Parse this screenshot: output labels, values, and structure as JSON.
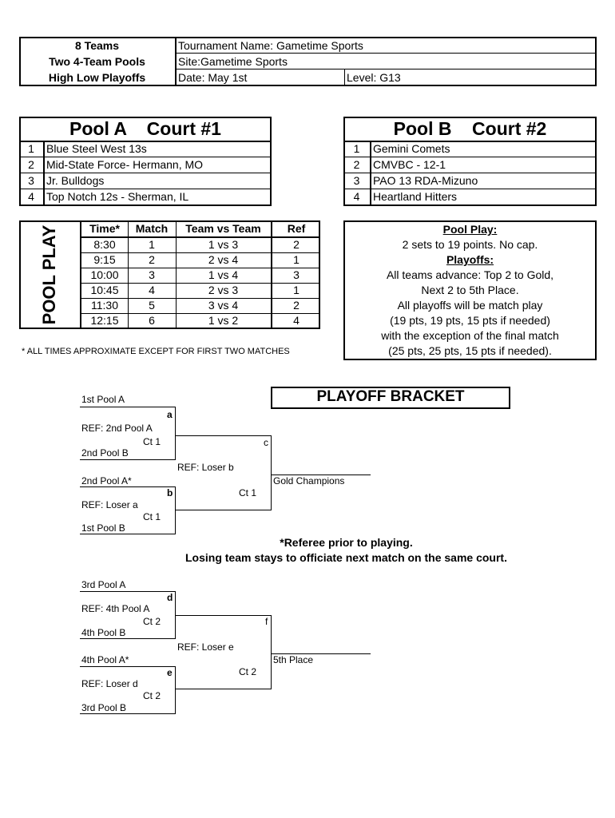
{
  "header": {
    "format_lines": [
      "8 Teams",
      "Two 4-Team Pools",
      "High Low Playoffs"
    ],
    "tournament_name": "Tournament Name: Gametime Sports",
    "site": "Site:Gametime Sports",
    "date": "Date: May 1st",
    "level": "Level: G13"
  },
  "pool_a": {
    "title": "Pool A    Court #1",
    "teams": [
      {
        "num": "1",
        "name": "Blue Steel West 13s"
      },
      {
        "num": "2",
        "name": "Mid-State Force- Hermann, MO"
      },
      {
        "num": "3",
        "name": "Jr. Bulldogs"
      },
      {
        "num": "4",
        "name": "Top Notch 12s - Sherman, IL"
      }
    ]
  },
  "pool_b": {
    "title": "Pool B    Court #2",
    "teams": [
      {
        "num": "1",
        "name": "Gemini Comets"
      },
      {
        "num": "2",
        "name": "CMVBC - 12-1"
      },
      {
        "num": "3",
        "name": "PAO 13 RDA-Mizuno"
      },
      {
        "num": "4",
        "name": "Heartland Hitters"
      }
    ]
  },
  "schedule": {
    "side_label": "POOL PLAY",
    "headers": [
      "Time*",
      "Match",
      "Team vs Team",
      "Ref"
    ],
    "rows": [
      [
        "8:30",
        "1",
        "1 vs 3",
        "2"
      ],
      [
        "9:15",
        "2",
        "2 vs 4",
        "1"
      ],
      [
        "10:00",
        "3",
        "1 vs 4",
        "3"
      ],
      [
        "10:45",
        "4",
        "2 vs 3",
        "1"
      ],
      [
        "11:30",
        "5",
        "3 vs 4",
        "2"
      ],
      [
        "12:15",
        "6",
        "1 vs 2",
        "4"
      ]
    ],
    "footnote": "* ALL TIMES APPROXIMATE EXCEPT FOR FIRST TWO MATCHES"
  },
  "rules": {
    "pool_play_heading": "Pool Play:",
    "pool_play_text": "2 sets to 19 points. No cap.",
    "playoffs_heading": "Playoffs:",
    "playoffs_lines": [
      "All teams advance: Top 2 to Gold,",
      "Next 2 to 5th Place.",
      "All playoffs will be match play",
      "(19 pts, 19 pts, 15 pts if needed)",
      "with the exception of the final match",
      "(25 pts, 25 pts, 15 pts if needed)."
    ]
  },
  "bracket": {
    "title": "PLAYOFF BRACKET",
    "gold": {
      "m1_top": "1st Pool A",
      "m1_letter": "a",
      "m1_ref": "REF: 2nd Pool A",
      "m1_court": "Ct 1",
      "m1_bottom": "2nd Pool B",
      "m2_top": "2nd Pool A*",
      "m2_letter": "b",
      "m2_ref": "REF: Loser a",
      "m2_court": "Ct 1",
      "m2_bottom": "1st Pool B",
      "final_letter": "c",
      "final_ref": "REF: Loser b",
      "final_court": "Ct 1",
      "winner": "Gold Champions"
    },
    "fifth": {
      "m1_top": "3rd Pool A",
      "m1_letter": "d",
      "m1_ref": "REF: 4th Pool A",
      "m1_court": "Ct 2",
      "m1_bottom": "4th Pool B",
      "m2_top": "4th Pool A*",
      "m2_letter": "e",
      "m2_ref": "REF: Loser d",
      "m2_court": "Ct 2",
      "m2_bottom": "3rd Pool B",
      "final_letter": "f",
      "final_ref": "REF: Loser e",
      "final_court": "Ct 2",
      "winner": "5th Place"
    },
    "note_line1": "*Referee prior to playing.",
    "note_line2": "Losing team stays to officiate next match on the same court."
  }
}
